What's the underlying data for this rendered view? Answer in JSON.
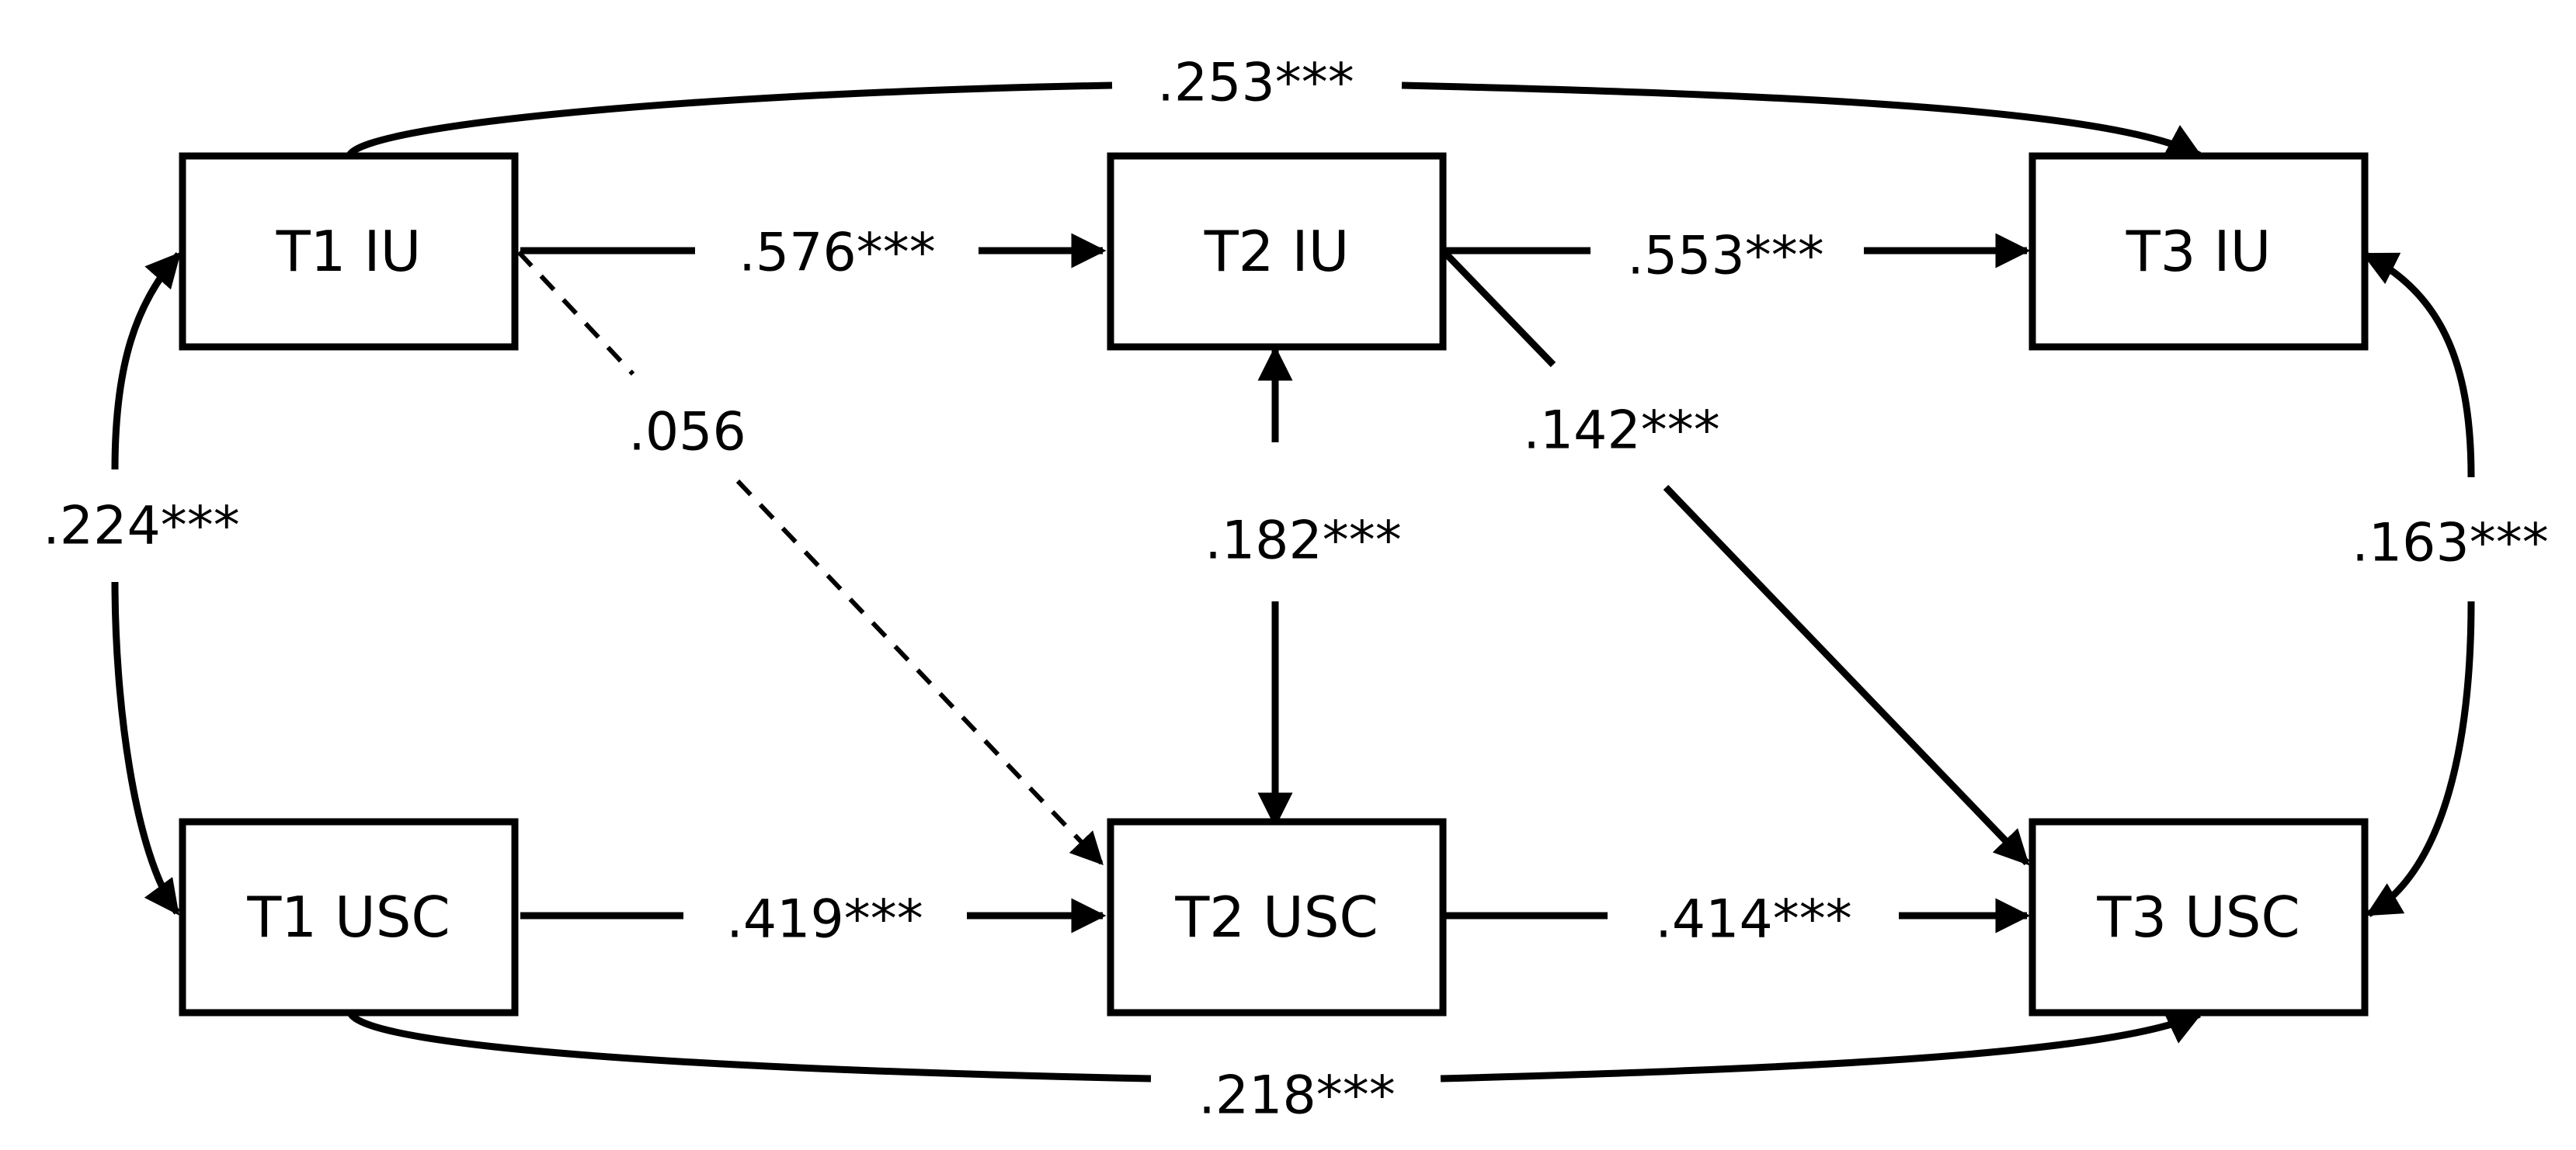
{
  "nodes": {
    "t1_iu": "T1 IU",
    "t2_iu": "T2 IU",
    "t3_iu": "T3 IU",
    "t1_usc": "T1 USC",
    "t2_usc": "T2 USC",
    "t3_usc": "T3 USC"
  },
  "edges": {
    "t1iu_t2iu": ".576***",
    "t2iu_t3iu": ".553***",
    "t1usc_t2usc": ".419***",
    "t2usc_t3usc": ".414***",
    "t1iu_t2usc": ".056",
    "t2iu_t3usc": ".142***",
    "t1iu_t3iu": ".253***",
    "t1usc_t3usc": ".218***",
    "t1_covariance": ".224***",
    "t2_covariance": ".182***",
    "t3_covariance": ".163***"
  },
  "colors": {
    "line": "#000000",
    "background": "#ffffff"
  }
}
